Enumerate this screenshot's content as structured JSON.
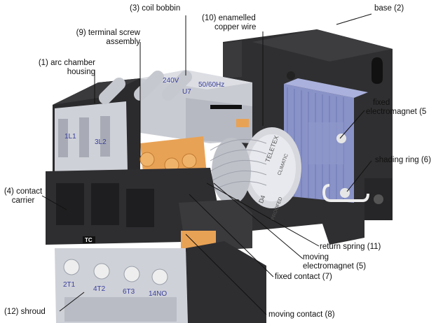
{
  "labels": {
    "coil_bobbin": "(3) coil bobbin",
    "base": "base (2)",
    "terminal_screw": [
      "(9) terminal screw",
      "assembly"
    ],
    "enamelled_wire": [
      "(10) enamelled",
      "copper wire"
    ],
    "arc_chamber": [
      "(1) arc chamber",
      "housing"
    ],
    "fixed_electromagnet": [
      "fixed",
      "electromagnet (5"
    ],
    "shading_ring": "shading ring (6)",
    "contact_carrier": [
      "(4) contact",
      "carrier"
    ],
    "return_spring": "return spring (11)",
    "moving_electromagnet": [
      "moving",
      "electromagnet (5)"
    ],
    "fixed_contact": "fixed contact (7)",
    "shroud": "(12) shroud",
    "moving_contact": "moving contact (8)"
  },
  "device_markings": {
    "terminals_top": [
      "1L1",
      "3L2"
    ],
    "terminals_bottom": [
      "2T1",
      "4T2",
      "6T3",
      "14NO"
    ],
    "coil_voltage": "240V",
    "coil_freq": "50/60Hz",
    "coil_code": "U7",
    "logo": "TC",
    "coil_brand": "TELETEX",
    "coil_side": "CLIMATIC",
    "coil_ref": "D4",
    "coil_fab": "PROOFED"
  },
  "colors": {
    "housing_dark": "#2b2b2d",
    "housing_light": "#c9cbd2",
    "copper": "#e8a255",
    "core_blue": "#8a93c8",
    "marking_blue": "#3a3f9a"
  }
}
